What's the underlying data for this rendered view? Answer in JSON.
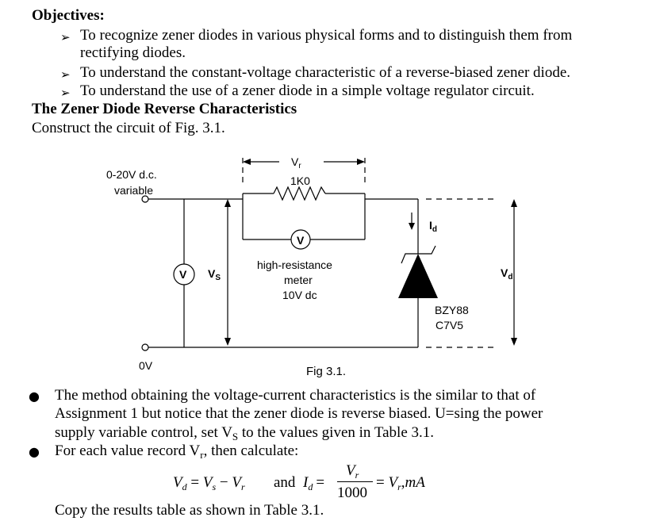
{
  "objectives": {
    "heading": "Objectives:",
    "items": [
      {
        "line1": "To recognize zener diodes in various physical forms and to distinguish them from",
        "line2": "rectifying diodes."
      },
      {
        "line1": "To understand the constant-voltage characteristic of a reverse-biased zener diode."
      },
      {
        "line1": "To understand the use of a zener diode in a simple voltage regulator circuit."
      }
    ]
  },
  "section": {
    "heading": "The Zener Diode Reverse Characteristics",
    "intro": "Construct the circuit of Fig. 3.1."
  },
  "figure": {
    "supply_label_1": "0-20V d.c.",
    "supply_label_2": "variable",
    "resistor_label": "1K0",
    "vr_label": "V",
    "vr_sub": "r",
    "vs_label": "V",
    "vs_sub": "S",
    "vd_label": "V",
    "vd_sub": "d",
    "id_label": "I",
    "id_sub": "d",
    "voltmeter_symbol": "V",
    "meter_label_1": "high-resistance",
    "meter_label_2": "meter",
    "meter_label_3": "10V dc",
    "diode_label_1": "BZY88",
    "diode_label_2": "C7V5",
    "ground_label": "0V",
    "caption": "Fig 3.1."
  },
  "bullets": [
    {
      "line1": "The method obtaining the voltage-current characteristics is the similar to that of",
      "line2": "Assignment 1 but notice that the zener diode is reverse biased. U=sing the power",
      "line3_pre": "supply variable control, set V",
      "line3_sub": "S",
      "line3_post": " to the values given in Table 3.1."
    },
    {
      "line1_pre": "For each value record V",
      "line1_sub": "r",
      "line1_post": ", then calculate:"
    }
  ],
  "equation": {
    "vd": "V",
    "vd_sub": "d",
    "eq1": " = ",
    "vs": "V",
    "vs_sub": "s",
    "minus": " − ",
    "vr": "V",
    "vr_sub": "r",
    "and": "and",
    "id": "I",
    "id_sub": "d",
    "eq2": "=",
    "num": "V",
    "num_sub": "r",
    "den": "1000",
    "eq3": "= ",
    "rhs": "V",
    "rhs_sub": "r",
    "unit": "mA"
  },
  "closing": "Copy the results table as shown in Table 3.1."
}
